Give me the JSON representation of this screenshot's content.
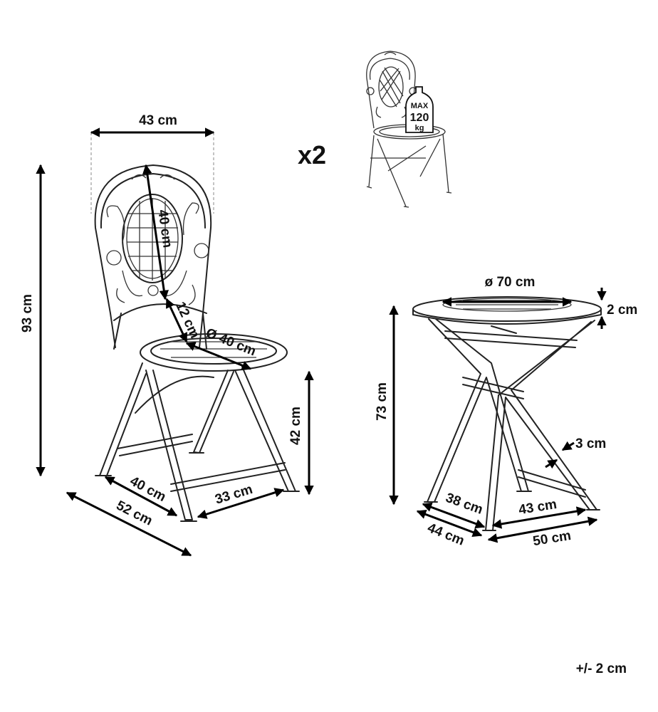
{
  "multiplier": "x2",
  "tolerance": "+/- 2 cm",
  "max_load": {
    "line1": "MAX",
    "line2": "120",
    "line3": "kg"
  },
  "chair": {
    "width": "43 cm",
    "height": "93 cm",
    "backrest": "40 cm",
    "back_gap": "12 cm",
    "seat_diameter": "Ø 40 cm",
    "seat_height": "42 cm",
    "base_depth_inner": "40 cm",
    "base_width": "33 cm",
    "base_depth_outer": "52 cm"
  },
  "table": {
    "top_diameter": "ø 70 cm",
    "top_thickness": "2 cm",
    "height": "73 cm",
    "leg_width": "3 cm",
    "base_inner_left": "38 cm",
    "base_inner_right": "43 cm",
    "base_outer_left": "44 cm",
    "base_outer_right": "50 cm"
  }
}
